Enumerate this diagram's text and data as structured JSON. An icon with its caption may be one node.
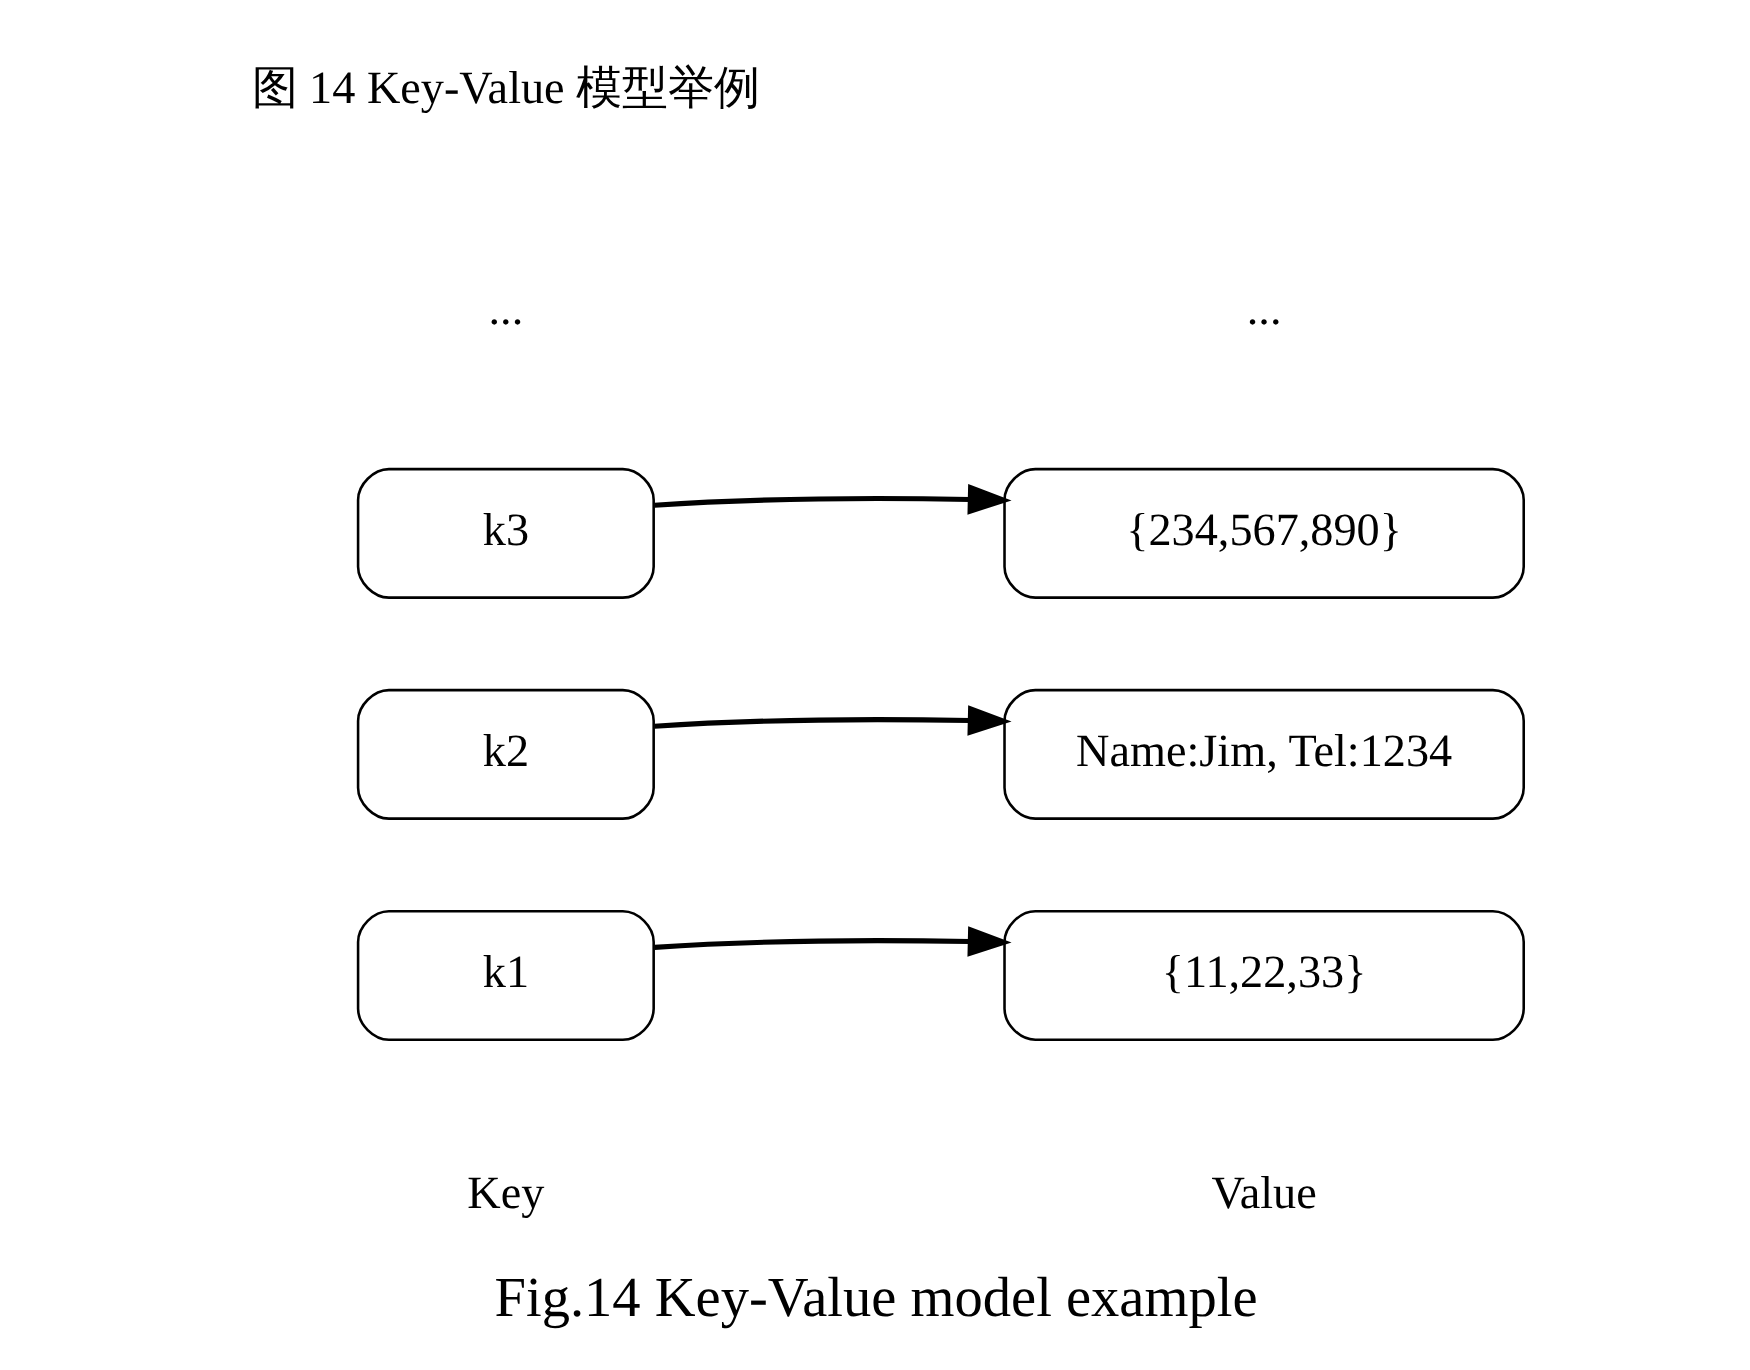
{
  "diagram": {
    "caption": "Fig.14 Key-Value model example",
    "nodes": [
      {
        "text": [
          "k1"
        ]
      },
      {
        "text": [
          "{11,22,33}"
        ]
      },
      {
        "text": [
          "k2"
        ]
      },
      {
        "text": [
          "Name:Jim, Tel:1234"
        ]
      },
      {
        "text": [
          "k3"
        ]
      },
      {
        "text": [
          "{234,567,890}"
        ]
      }
    ],
    "edges": [
      {
        "from": 0,
        "to": 1,
        "arrow": "to"
      },
      {
        "from": 2,
        "to": 3,
        "arrow": "to"
      },
      {
        "from": 4,
        "to": 5,
        "arrow": "to"
      }
    ],
    "labels": [
      "Key",
      "Value",
      "...",
      "...",
      "图 14 Key-Value 模型举例"
    ]
  }
}
